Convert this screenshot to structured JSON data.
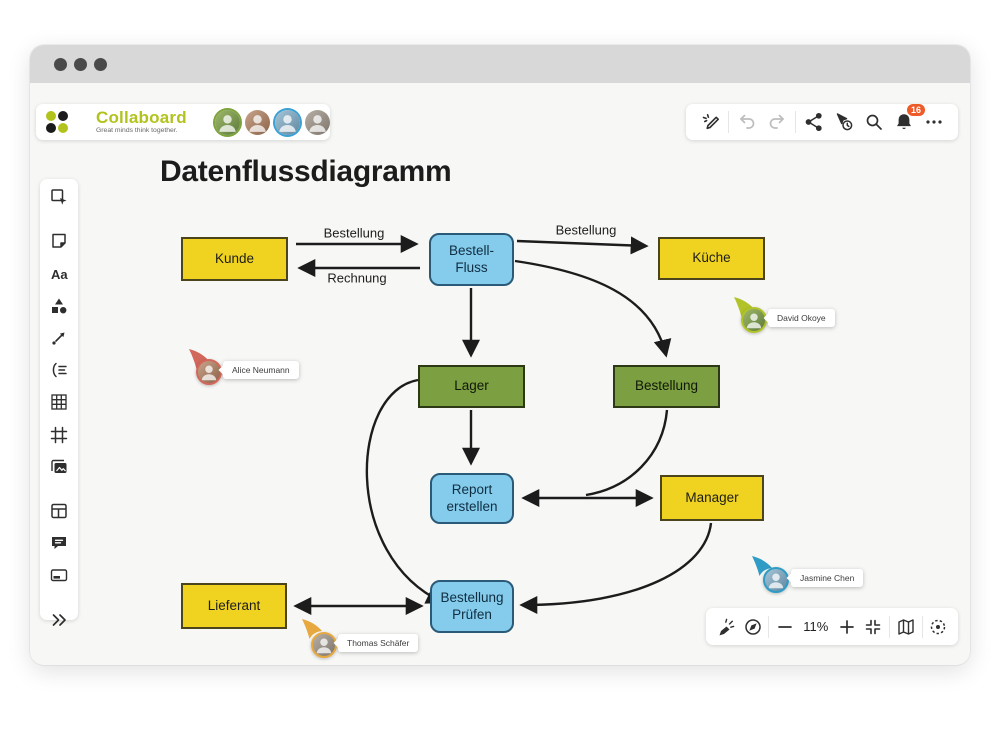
{
  "window": {
    "titlebar_dots": 3
  },
  "header": {
    "brand": {
      "name": "Collaboard",
      "tagline": "Great minds think together."
    },
    "collaborator_count": 4,
    "toolbar": {
      "icons": [
        "draw-mode",
        "undo",
        "redo",
        "share",
        "pointer-history",
        "search",
        "notifications",
        "more"
      ],
      "notification_count": "16"
    }
  },
  "sidebar": {
    "tools": [
      "select",
      "sticky-note",
      "text",
      "shapes",
      "connector",
      "mindmap",
      "table",
      "frame",
      "media",
      "template",
      "comment",
      "card",
      "expand"
    ]
  },
  "board": {
    "title": "Datenflussdiagramm",
    "nodes": [
      {
        "id": "kunde",
        "label": "Kunde",
        "color": "yellow"
      },
      {
        "id": "bestell-fluss",
        "label": "Bestell-Fluss",
        "color": "blue"
      },
      {
        "id": "kueche",
        "label": "Küche",
        "color": "yellow"
      },
      {
        "id": "lager",
        "label": "Lager",
        "color": "green"
      },
      {
        "id": "bestellung",
        "label": "Bestellung",
        "color": "green"
      },
      {
        "id": "report-erstellen",
        "label": "Report erstellen",
        "color": "blue"
      },
      {
        "id": "manager",
        "label": "Manager",
        "color": "yellow"
      },
      {
        "id": "lieferant",
        "label": "Lieferant",
        "color": "yellow"
      },
      {
        "id": "bestellung-pruefen",
        "label": "Bestellung Prüfen",
        "color": "blue"
      }
    ],
    "edge_labels": [
      {
        "text": "Bestellung"
      },
      {
        "text": "Rechnung"
      },
      {
        "text": "Bestellung"
      }
    ],
    "palette": {
      "yellow": "#f0d320",
      "green": "#7c9f42",
      "blue": "#85cbeb",
      "line": "#1c1c1c"
    }
  },
  "cursors": [
    {
      "name": "Alice Neumann",
      "color": "#d2685c"
    },
    {
      "name": "David Okoye",
      "color": "#b2c32a"
    },
    {
      "name": "Thomas Schäfer",
      "color": "#e7a93f"
    },
    {
      "name": "Jasmine Chen",
      "color": "#2f9cc5"
    }
  ],
  "statusbar": {
    "zoom_level": "11%",
    "icons": [
      "laser-pointer",
      "compass",
      "zoom-out",
      "zoom-in",
      "fit-screen",
      "minimap",
      "locate"
    ]
  }
}
